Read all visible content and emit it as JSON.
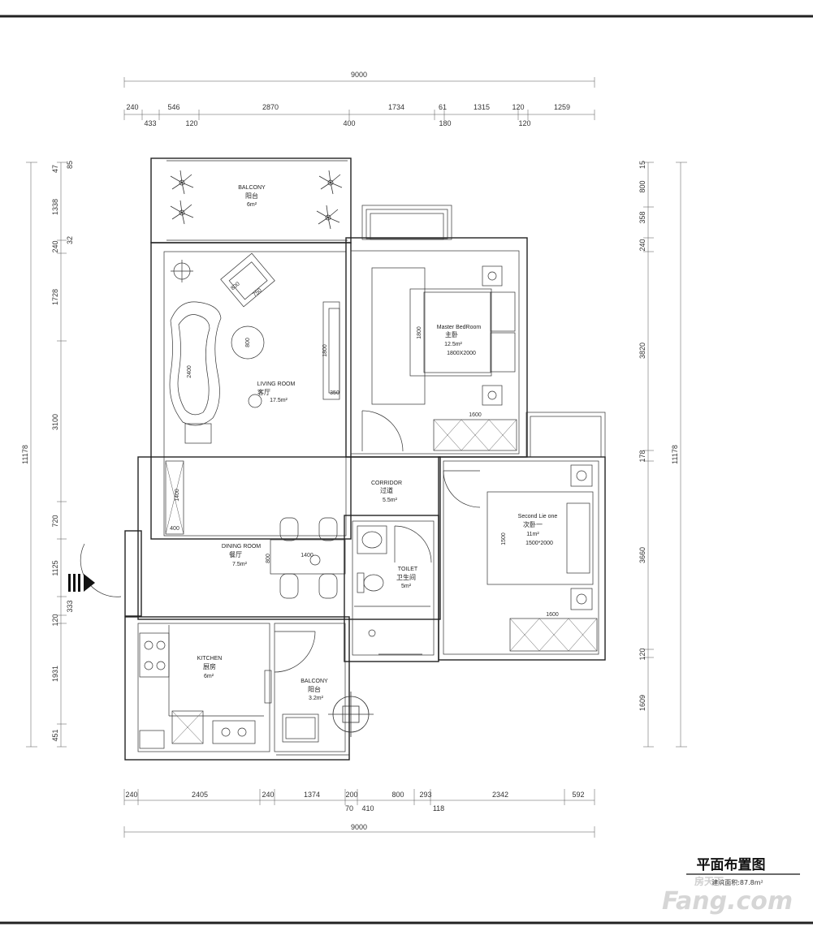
{
  "plan": {
    "title": "平面布置图",
    "subtitle": "建筑面积:87.8m²",
    "watermark_brand": "Fang.com",
    "watermark_cn": "房天下"
  },
  "dims_top_total": "9000",
  "dims_top_row1": [
    "240",
    "546",
    "2870",
    "1734",
    "61",
    "1315",
    "120",
    "1259"
  ],
  "dims_top_row2": [
    "433",
    "120",
    "400",
    "180",
    "120"
  ],
  "dims_bottom_row1": [
    "240",
    "2405",
    "240",
    "1374",
    "200",
    "800",
    "293",
    "2342",
    "592"
  ],
  "dims_bottom_row2": [
    "70",
    "410",
    "118"
  ],
  "dims_bottom_total": "9000",
  "dims_left_total": "11178",
  "dims_left": [
    "47",
    "85",
    "1338",
    "240",
    "32",
    "1728",
    "3100",
    "720",
    "1125",
    "333",
    "120",
    "1931",
    "451"
  ],
  "dims_right_total": "11178",
  "dims_right": [
    "15",
    "800",
    "358",
    "240",
    "3820",
    "178",
    "3660",
    "120",
    "1609"
  ],
  "rooms": {
    "balcony_top": {
      "en": "BALCONY",
      "cn": "阳台",
      "area": "6m²"
    },
    "living": {
      "en": "LIVING ROOM",
      "cn": "客厅",
      "area": "17.5m²"
    },
    "master": {
      "en": "Master BedRoom",
      "cn": "主卧",
      "area": "12.5m²",
      "bed": "1800X2000"
    },
    "corridor": {
      "en": "CORRIDOR",
      "cn": "过道",
      "area": "5.5m²"
    },
    "second": {
      "en": "Second Lie one",
      "cn": "次卧一",
      "area": "11m²",
      "bed": "1500*2000"
    },
    "dining": {
      "en": "DINING ROOM",
      "cn": "餐厅",
      "area": "7.5m²"
    },
    "toilet": {
      "en": "TOILET",
      "cn": "卫生间",
      "area": "5m²"
    },
    "kitchen": {
      "en": "KITCHEN",
      "cn": "厨房",
      "area": "6m²"
    },
    "balcony_small": {
      "en": "BALCONY",
      "cn": "阳台",
      "area": "3.2m²"
    }
  },
  "furniture_labels": {
    "chair_a": "800",
    "chair_b": "750",
    "sofa": "2400",
    "coffee_table": "800",
    "tv_cabinet": "1800",
    "tv_depth": "350",
    "master_bed": "1800",
    "master_wardrobe": "1600",
    "side_cabinet": "1400",
    "side_cabinet_depth": "400",
    "dining_table": "1400",
    "dining_depth": "800",
    "second_bed": "1500",
    "second_wardrobe": "1600"
  },
  "entrance_marker": "|||"
}
